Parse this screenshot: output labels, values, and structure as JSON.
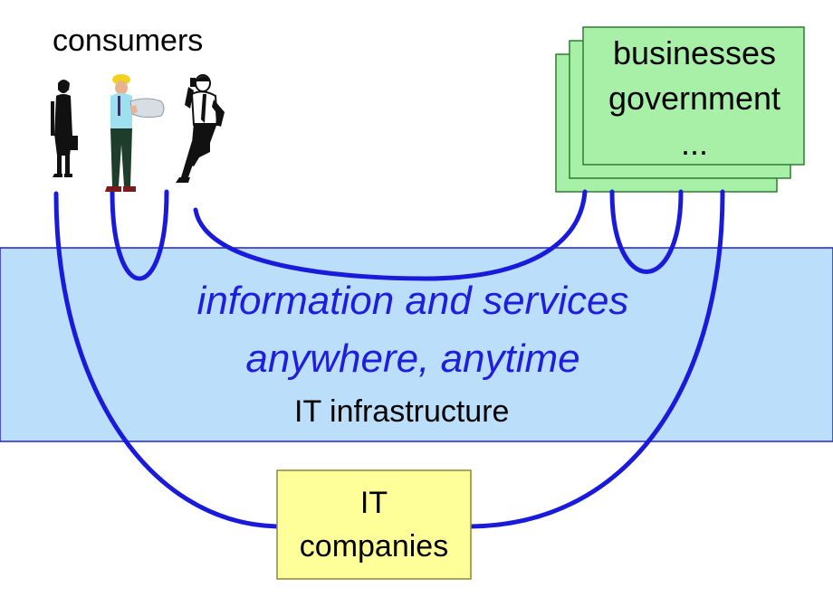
{
  "colors": {
    "band_fill": "#bbdefb",
    "band_border": "#2222cc",
    "connector": "#1a1adb",
    "band_text": "#1e1edc",
    "business_fill": "#a8f0a8",
    "business_border": "#2e7d32",
    "it_box_fill": "#ffff99"
  },
  "consumers": {
    "label": "consumers",
    "figures": [
      "woman-with-briefcase-icon",
      "construction-worker-icon",
      "man-on-phone-icon"
    ]
  },
  "organizations": {
    "lines": [
      "businesses",
      "government",
      "..."
    ]
  },
  "infrastructure_band": {
    "line1": "information and services",
    "line2": "anywhere, anytime",
    "label": "IT infrastructure"
  },
  "it_companies": {
    "lines": [
      "IT",
      "companies"
    ]
  }
}
